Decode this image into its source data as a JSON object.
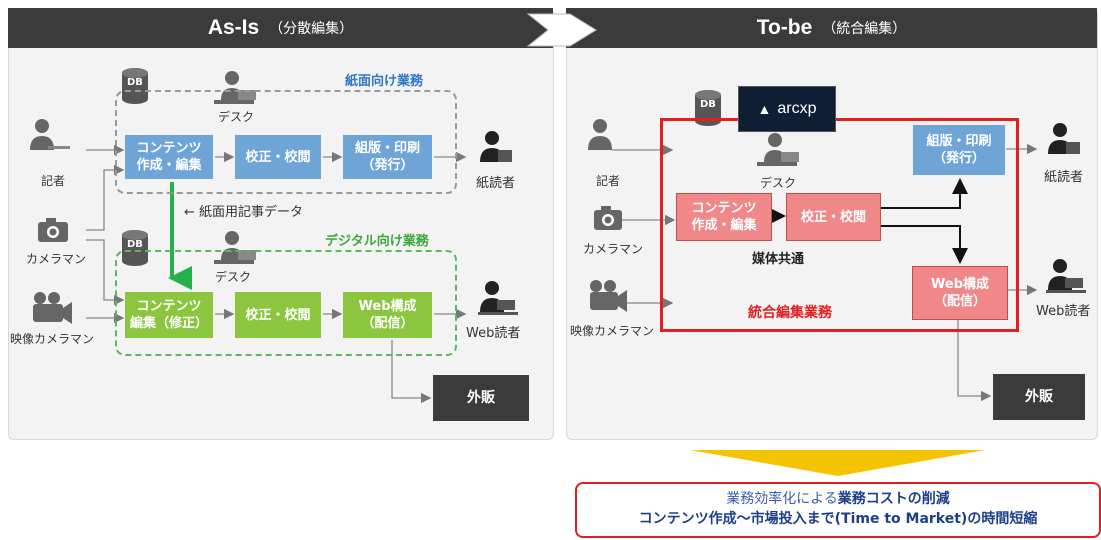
{
  "as_is": {
    "title": "As-Is",
    "subtitle": "（分散編集）",
    "paper_caption": "紙面向け業務",
    "digital_caption": "デジタル向け業務",
    "reporter": "記者",
    "cameraman": "カメラマン",
    "video_cameraman": "映像カメラマン",
    "desk1": "デスク",
    "desk2": "デスク",
    "content_create_l1": "コンテンツ",
    "content_create_l2": "作成・編集",
    "proof1": "校正・校閲",
    "typeset_l1": "組版・印刷",
    "typeset_l2": "（発行）",
    "content_edit_l1": "コンテンツ",
    "content_edit_l2": "編集（修正）",
    "proof2": "校正・校閲",
    "web_l1": "Web構成",
    "web_l2": "（配信）",
    "paper_reader": "紙読者",
    "web_reader": "Web読者",
    "paper_article_data": "← 紙面用記事データ",
    "external_sales": "外販",
    "db": "DB"
  },
  "to_be": {
    "title": "To-be",
    "subtitle": "（統合編集）",
    "reporter": "記者",
    "cameraman": "カメラマン",
    "video_cameraman": "映像カメラマン",
    "desk": "デスク",
    "logo_text": "arcxp",
    "content_create_l1": "コンテンツ",
    "content_create_l2": "作成・編集",
    "proof": "校正・校閲",
    "media_common": "媒体共通",
    "typeset_l1": "組版・印刷",
    "typeset_l2": "（発行）",
    "web_l1": "Web構成",
    "web_l2": "（配信）",
    "integrated_caption": "統合編集業務",
    "paper_reader": "紙読者",
    "web_reader": "Web読者",
    "external_sales": "外販",
    "db": "DB"
  },
  "result": {
    "line1_prefix": "業務効率化による",
    "line1_bold": "業務コストの削減",
    "line2": "コンテンツ作成～市場投入まで(Time to Market)の時間短縮"
  }
}
